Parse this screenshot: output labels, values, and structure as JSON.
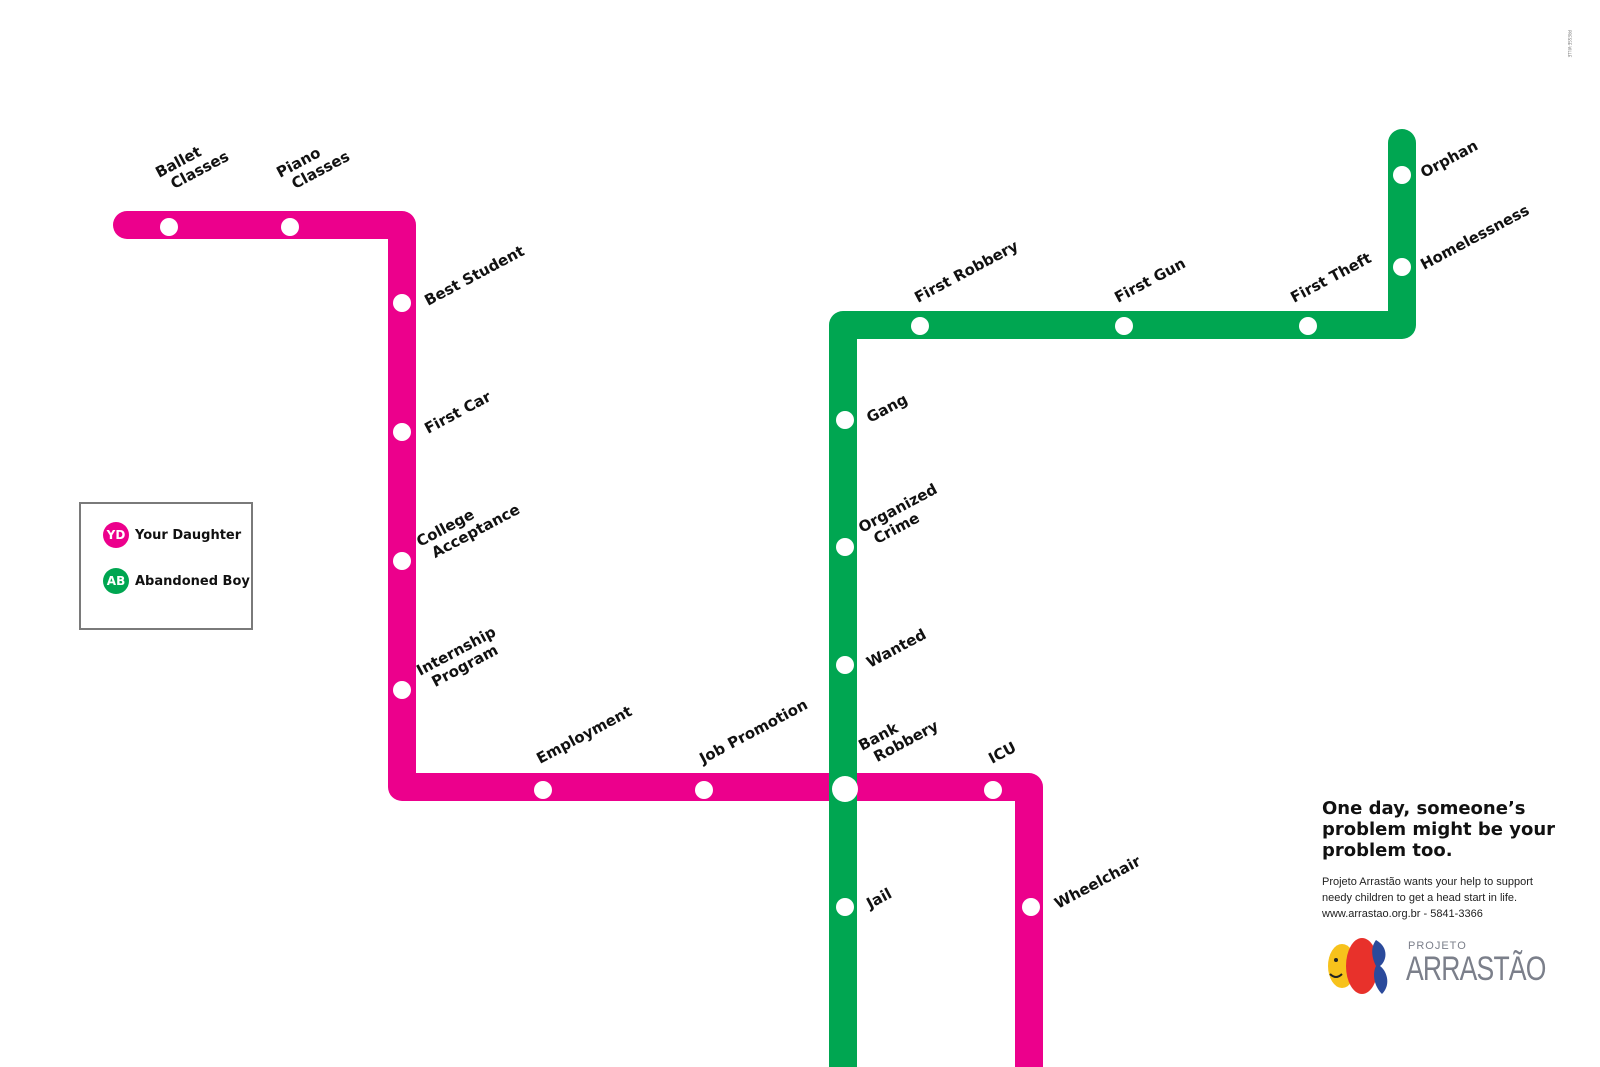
{
  "colors": {
    "your_daughter": "#ec008c",
    "abandoned_boy": "#00a651",
    "station": "#ffffff"
  },
  "legend": {
    "items": [
      {
        "badge": "YD",
        "label": "Your Daughter",
        "color": "#ec008c"
      },
      {
        "badge": "AB",
        "label": "Abandoned Boy",
        "color": "#00a651"
      }
    ]
  },
  "lines": {
    "your_daughter": {
      "stations": [
        [
          "Ballet",
          "Classes"
        ],
        [
          "Piano",
          "Classes"
        ],
        [
          "Best Student"
        ],
        [
          "First Car"
        ],
        [
          "College",
          "Acceptance"
        ],
        [
          "Internship",
          "Program"
        ],
        [
          "Employment"
        ],
        [
          "Job Promotion"
        ],
        [
          "ICU"
        ],
        [
          "Wheelchair"
        ]
      ]
    },
    "abandoned_boy": {
      "stations": [
        [
          "Orphan"
        ],
        [
          "Homelessness"
        ],
        [
          "First Theft"
        ],
        [
          "First Gun"
        ],
        [
          "First Robbery"
        ],
        [
          "Gang"
        ],
        [
          "Organized",
          "Crime"
        ],
        [
          "Wanted"
        ],
        [
          "Jail"
        ]
      ]
    },
    "interchange": [
      "Bank",
      "Robbery"
    ]
  },
  "ad": {
    "tagline": "One day, someone’s problem might be your problem too.",
    "body_lines": [
      "Projeto Arrastão wants your help to support",
      "needy children to get a head start in life.",
      "www.arrastao.org.br - 5841-3366"
    ],
    "logo_small": "PROJETO",
    "logo_big": "ARRASTÃO",
    "credit": "PRESSE-VILLE"
  }
}
